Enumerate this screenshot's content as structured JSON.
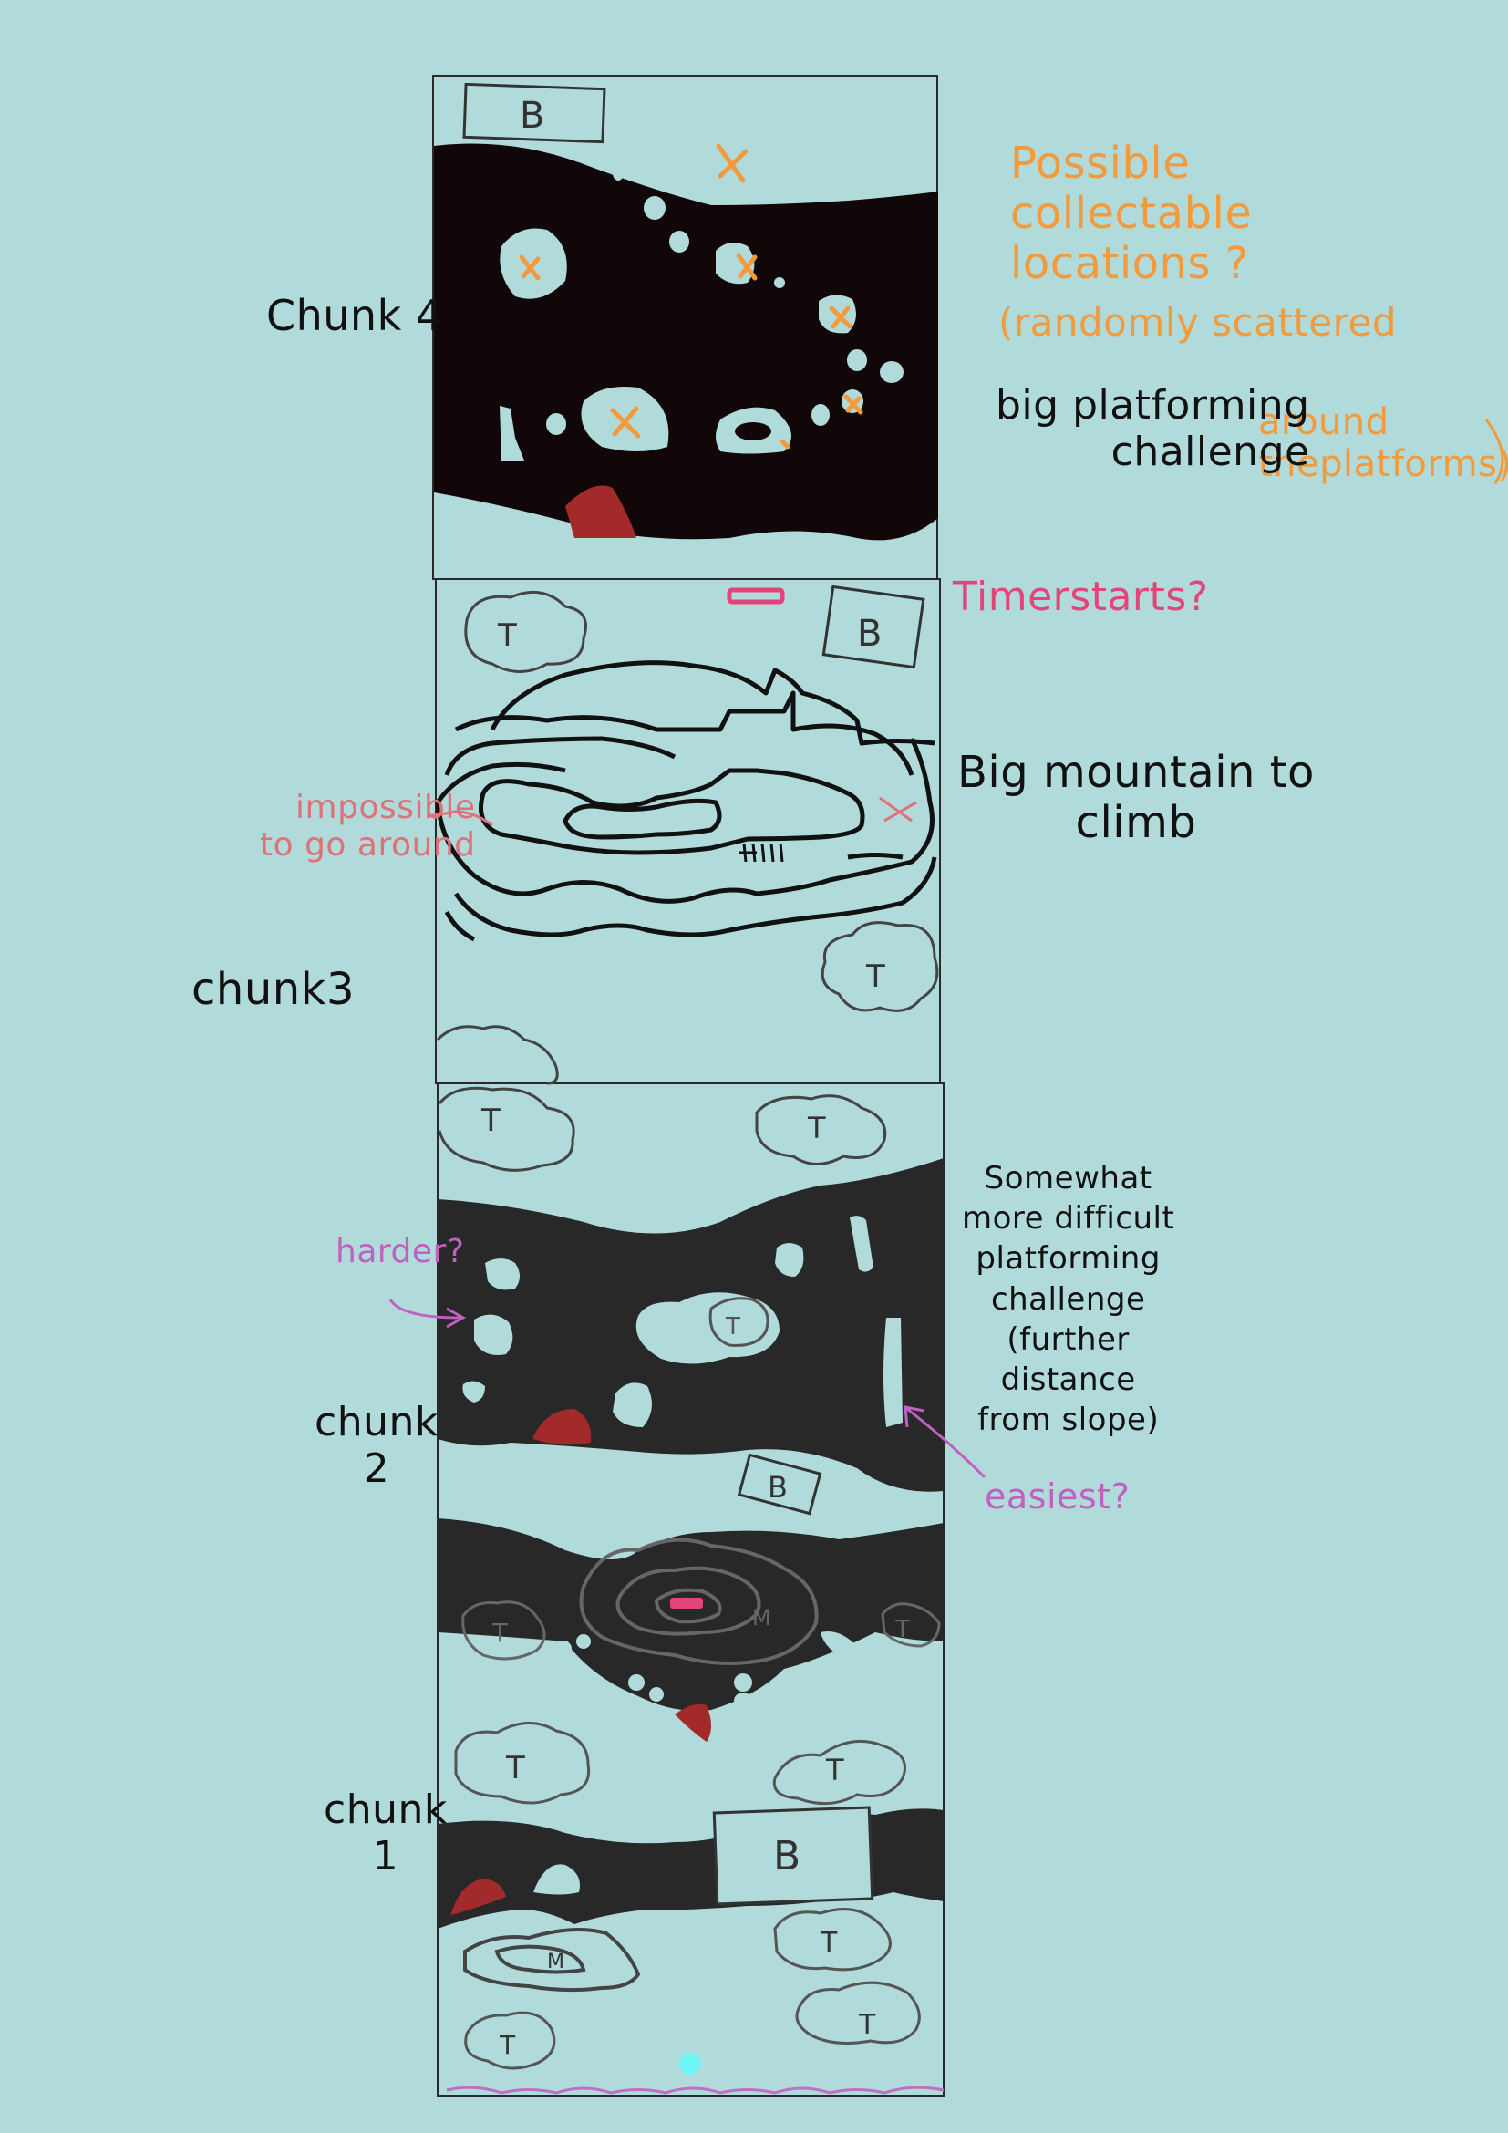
{
  "colors": {
    "background": "#b0dbda",
    "cave": "#120708",
    "cave_dark": "#282828",
    "lava": "#a32a2a",
    "orange": "#f39a3c",
    "pink": "#e3457a",
    "outline": "#333333"
  },
  "letters": {
    "b": "B",
    "t": "T",
    "m": "M"
  },
  "labels": {
    "chunk4": "Chunk 4",
    "chunk3": "chunk3",
    "chunk2": "chunk\n2",
    "chunk1": "chunk\n1"
  },
  "notes": {
    "collectables": "Possible\ncollectable\nlocations ?",
    "randomly": "(randomly scattered",
    "around": "around\ntheplatforms)",
    "big_platforming": "big platforming\nchallenge",
    "timer": "Timerstarts?",
    "big_mountain": "Big mountain to\nclimb",
    "impossible": "impossible\nto go around",
    "harder": "harder?",
    "somewhat": "Somewhat\nmore difficult\nplatforming\nchallenge\n(further\ndistance\nfrom slope)",
    "easiest": "easiest?"
  }
}
